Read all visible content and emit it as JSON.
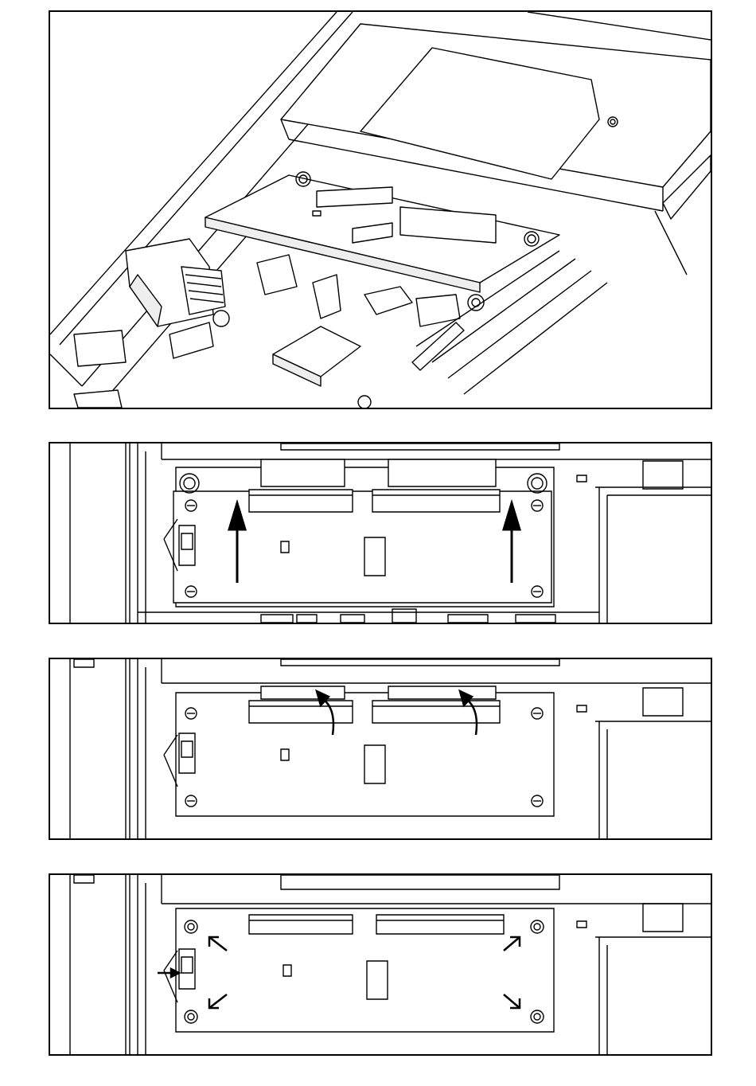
{
  "figure": {
    "steps": [
      {
        "id": "overview",
        "view": "isometric"
      },
      {
        "id": "slide-module",
        "action": "slide",
        "arrow_count": 2
      },
      {
        "id": "lift-module",
        "action": "rotate-lift",
        "arrow_count": 2
      },
      {
        "id": "secure-module",
        "action": "fasten",
        "arrow_count": 5
      }
    ]
  },
  "style": {
    "line_color": "#000000",
    "fill_color": "#ffffff",
    "shade_color": "#e8e8e8"
  }
}
